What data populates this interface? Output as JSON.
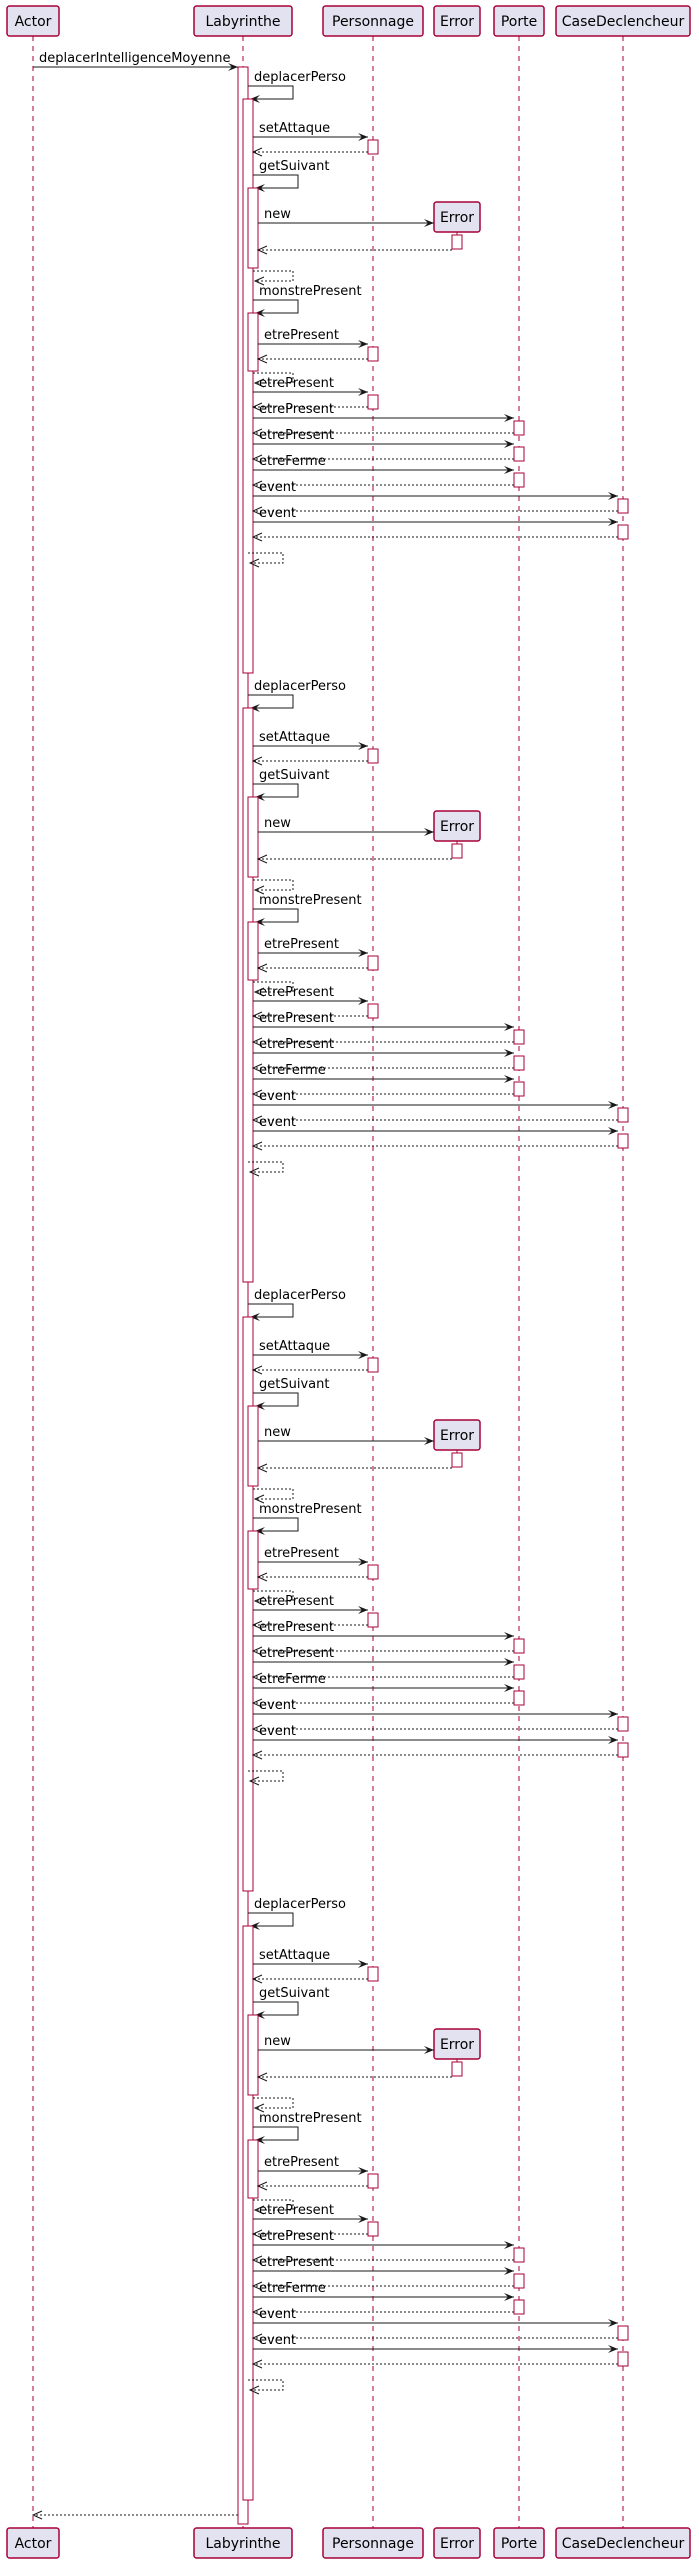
{
  "diagram": {
    "type": "sequence",
    "participants": [
      "Actor",
      "Labyrinthe",
      "Personnage",
      "Error",
      "Porte",
      "CaseDeclencheur"
    ],
    "initial_call": "deplacerIntelligenceMoyenne",
    "deplacement": {
      "label": "deplacerPerso",
      "steps": [
        {
          "label": "setAttaque",
          "to": "Personnage"
        },
        {
          "label": "getSuivant",
          "self": true,
          "creates": {
            "label": "new",
            "object": "Error"
          }
        },
        {
          "label": "monstrePresent",
          "self": true,
          "inner": {
            "label": "etrePresent",
            "to": "Personnage"
          }
        },
        {
          "label": "etrePresent",
          "to": "Personnage"
        },
        {
          "label": "etrePresent",
          "to": "Porte"
        },
        {
          "label": "etrePresent",
          "to": "Porte"
        },
        {
          "label": "etreFerme",
          "to": "Porte"
        },
        {
          "label": "event",
          "to": "CaseDeclencheur"
        },
        {
          "label": "event",
          "to": "CaseDeclencheur"
        }
      ]
    },
    "repetitions": 4
  },
  "colors": {
    "participant_fill": "#E2E2F0",
    "border": "#A80036",
    "arrow": "#181818"
  }
}
